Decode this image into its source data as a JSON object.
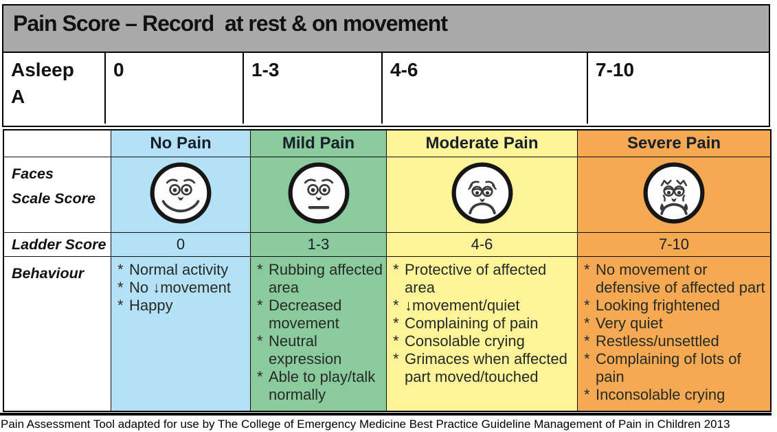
{
  "top_table": {
    "title": "Pain Score – Record  at rest & on movement",
    "asleep_label_line1": "Asleep",
    "asleep_label_line2": "A",
    "score_cells": [
      "0",
      "1-3",
      "4-6",
      "7-10"
    ]
  },
  "pain_table": {
    "bullet_char": "*",
    "row_labels": {
      "faces_line1": "Faces",
      "faces_line2": "Scale Score",
      "ladder": "Ladder Score",
      "behaviour": "Behaviour"
    },
    "columns": [
      {
        "name": "No Pain",
        "color": "#b5e1f6",
        "face": "happy",
        "ladder_score": "0",
        "behaviours": [
          "Normal activity",
          "No ↓movement",
          "Happy"
        ]
      },
      {
        "name": "Mild Pain",
        "color": "#8bca9d",
        "face": "neutral",
        "ladder_score": "1-3",
        "behaviours": [
          "Rubbing affected area",
          "Decreased movement",
          "Neutral expression",
          "Able to play/talk normally"
        ]
      },
      {
        "name": "Moderate Pain",
        "color": "#fdf49a",
        "face": "sad",
        "ladder_score": "4-6",
        "behaviours": [
          "Protective of affected area",
          "↓movement/quiet",
          "Complaining of pain",
          "Consolable crying",
          "Grimaces when affected part moved/touched"
        ]
      },
      {
        "name": "Severe Pain",
        "color": "#f6a953",
        "face": "crying",
        "ladder_score": "7-10",
        "behaviours": [
          "No movement or defensive of affected part",
          "Looking frightened",
          "Very quiet",
          "Restless/unsettled",
          "Complaining of lots of pain",
          "Inconsolable crying"
        ]
      }
    ]
  },
  "footer": {
    "caption": "Pain Assessment Tool adapted for use by The College of Emergency Medicine Best Practice Guideline Management of Pain in Children 2013"
  }
}
